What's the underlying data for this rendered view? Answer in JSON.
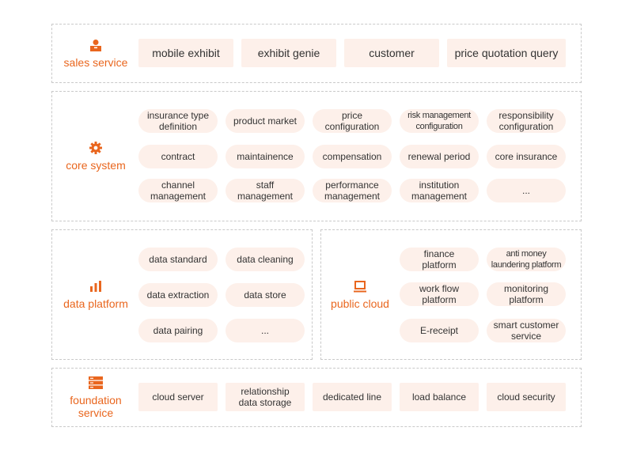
{
  "colors": {
    "accent": "#e9661e",
    "box_bg": "#fdf0ea",
    "border": "#c9c9c9",
    "text": "#333333"
  },
  "sales_service": {
    "label": "sales service",
    "icon": "user-icon",
    "items": [
      "mobile exhibit",
      "exhibit genie",
      "customer",
      "price quotation query"
    ]
  },
  "core_system": {
    "label": "core system",
    "icon": "gear-icon",
    "items": [
      "insurance type\ndefinition",
      "product market",
      "price\nconfiguration",
      "risk management\nconfiguration",
      "responsibility\nconfiguration",
      "contract",
      "maintainence",
      "compensation",
      "renewal period",
      "core insurance",
      "channel\nmanagement",
      "staff\nmanagement",
      "performance\nmanagement",
      "institution\nmanagement",
      "..."
    ]
  },
  "data_platform": {
    "label": "data platform",
    "icon": "bar-chart-icon",
    "items": [
      "data standard",
      "data cleaning",
      "data extraction",
      "data store",
      "data pairing",
      "..."
    ]
  },
  "public_cloud": {
    "label": "public cloud",
    "icon": "monitor-icon",
    "items": [
      "finance\nplatform",
      "anti money\nlaundering platform",
      "work flow\nplatform",
      "monitoring\nplatform",
      "E-receipt",
      "smart customer\nservice"
    ]
  },
  "foundation_service": {
    "label": "foundation\nservice",
    "icon": "server-icon",
    "items": [
      "cloud server",
      "relationship\ndata storage",
      "dedicated line",
      "load balance",
      "cloud security"
    ]
  }
}
